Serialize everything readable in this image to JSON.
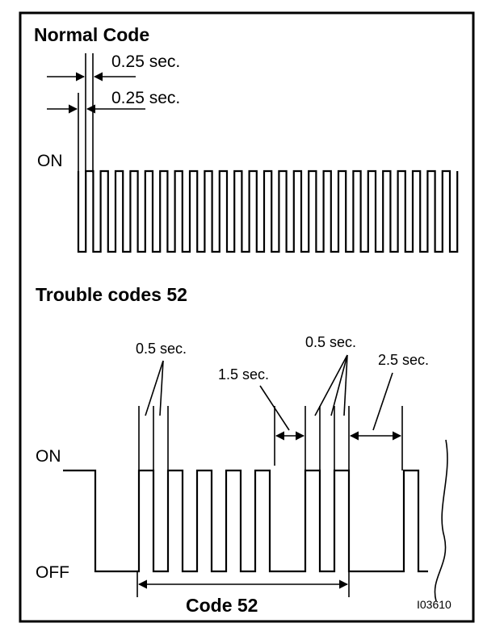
{
  "normal": {
    "title": "Normal Code",
    "dim_top": "0.25 sec.",
    "dim_bottom": "0.25 sec.",
    "on_label": "ON"
  },
  "trouble": {
    "title": "Trouble codes 52",
    "on_label": "ON",
    "off_label": "OFF",
    "pulse_a": "0.5 sec.",
    "gap_short": "1.5 sec.",
    "pulse_b": "0.5 sec.",
    "gap_long": "2.5 sec.",
    "code_label": "Code 52"
  },
  "figure_id": "I03610"
}
